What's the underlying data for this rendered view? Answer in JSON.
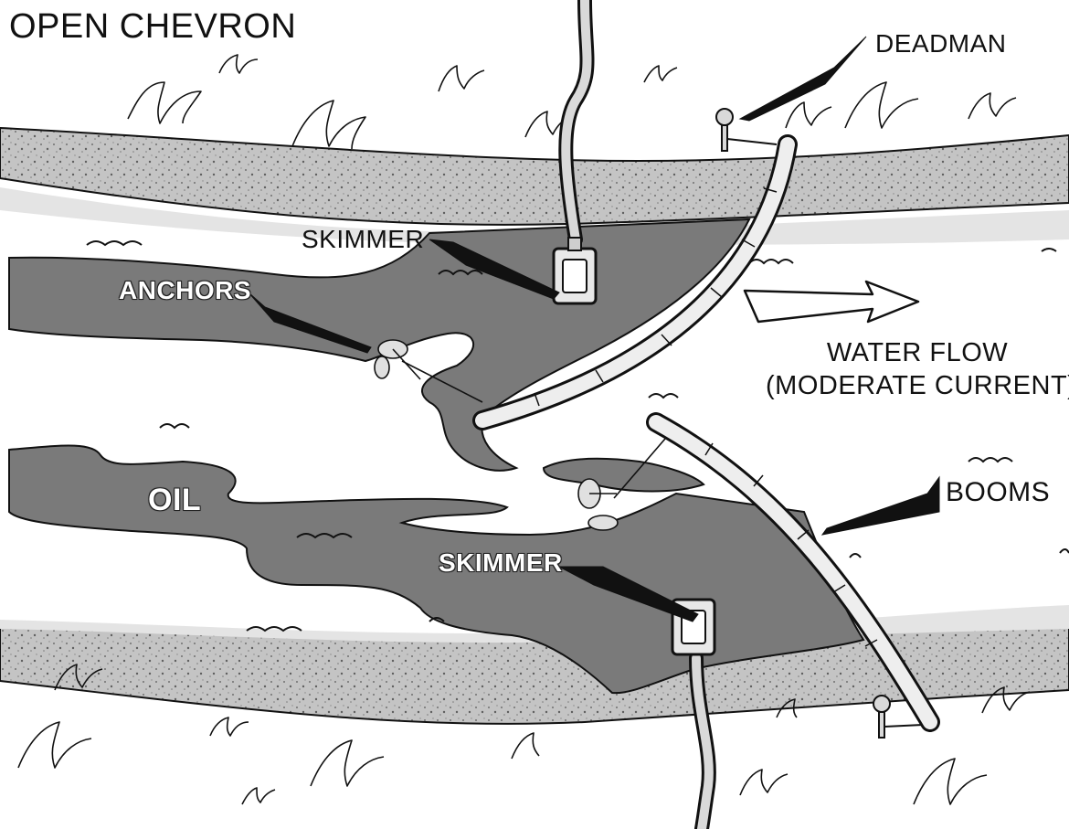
{
  "title": "OPEN CHEVRON",
  "labels": {
    "deadman": "DEADMAN",
    "skimmer_top": "SKIMMER",
    "anchors": "ANCHORS",
    "water_flow_line1": "WATER FLOW",
    "water_flow_line2": "(MODERATE CURRENT)",
    "oil": "OIL",
    "skimmer_bottom": "SKIMMER",
    "booms": "BOOMS"
  },
  "colors": {
    "bank_fill": "#bdbdbd",
    "oil_fill": "#7a7a7a",
    "water_fill": "#ffffff",
    "outline": "#111111",
    "boom_fill": "#e6e6e6"
  }
}
